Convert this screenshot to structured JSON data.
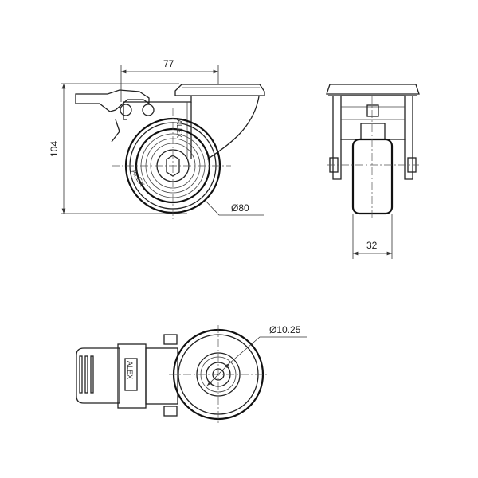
{
  "dimensions": {
    "offset": "77",
    "height": "104",
    "wheel_diameter": "Ø80",
    "wheel_width": "32",
    "bore_diameter": "Ø10.25"
  },
  "brand_logo": "ALEX",
  "colors": {
    "line": "#222222",
    "background": "#ffffff"
  }
}
